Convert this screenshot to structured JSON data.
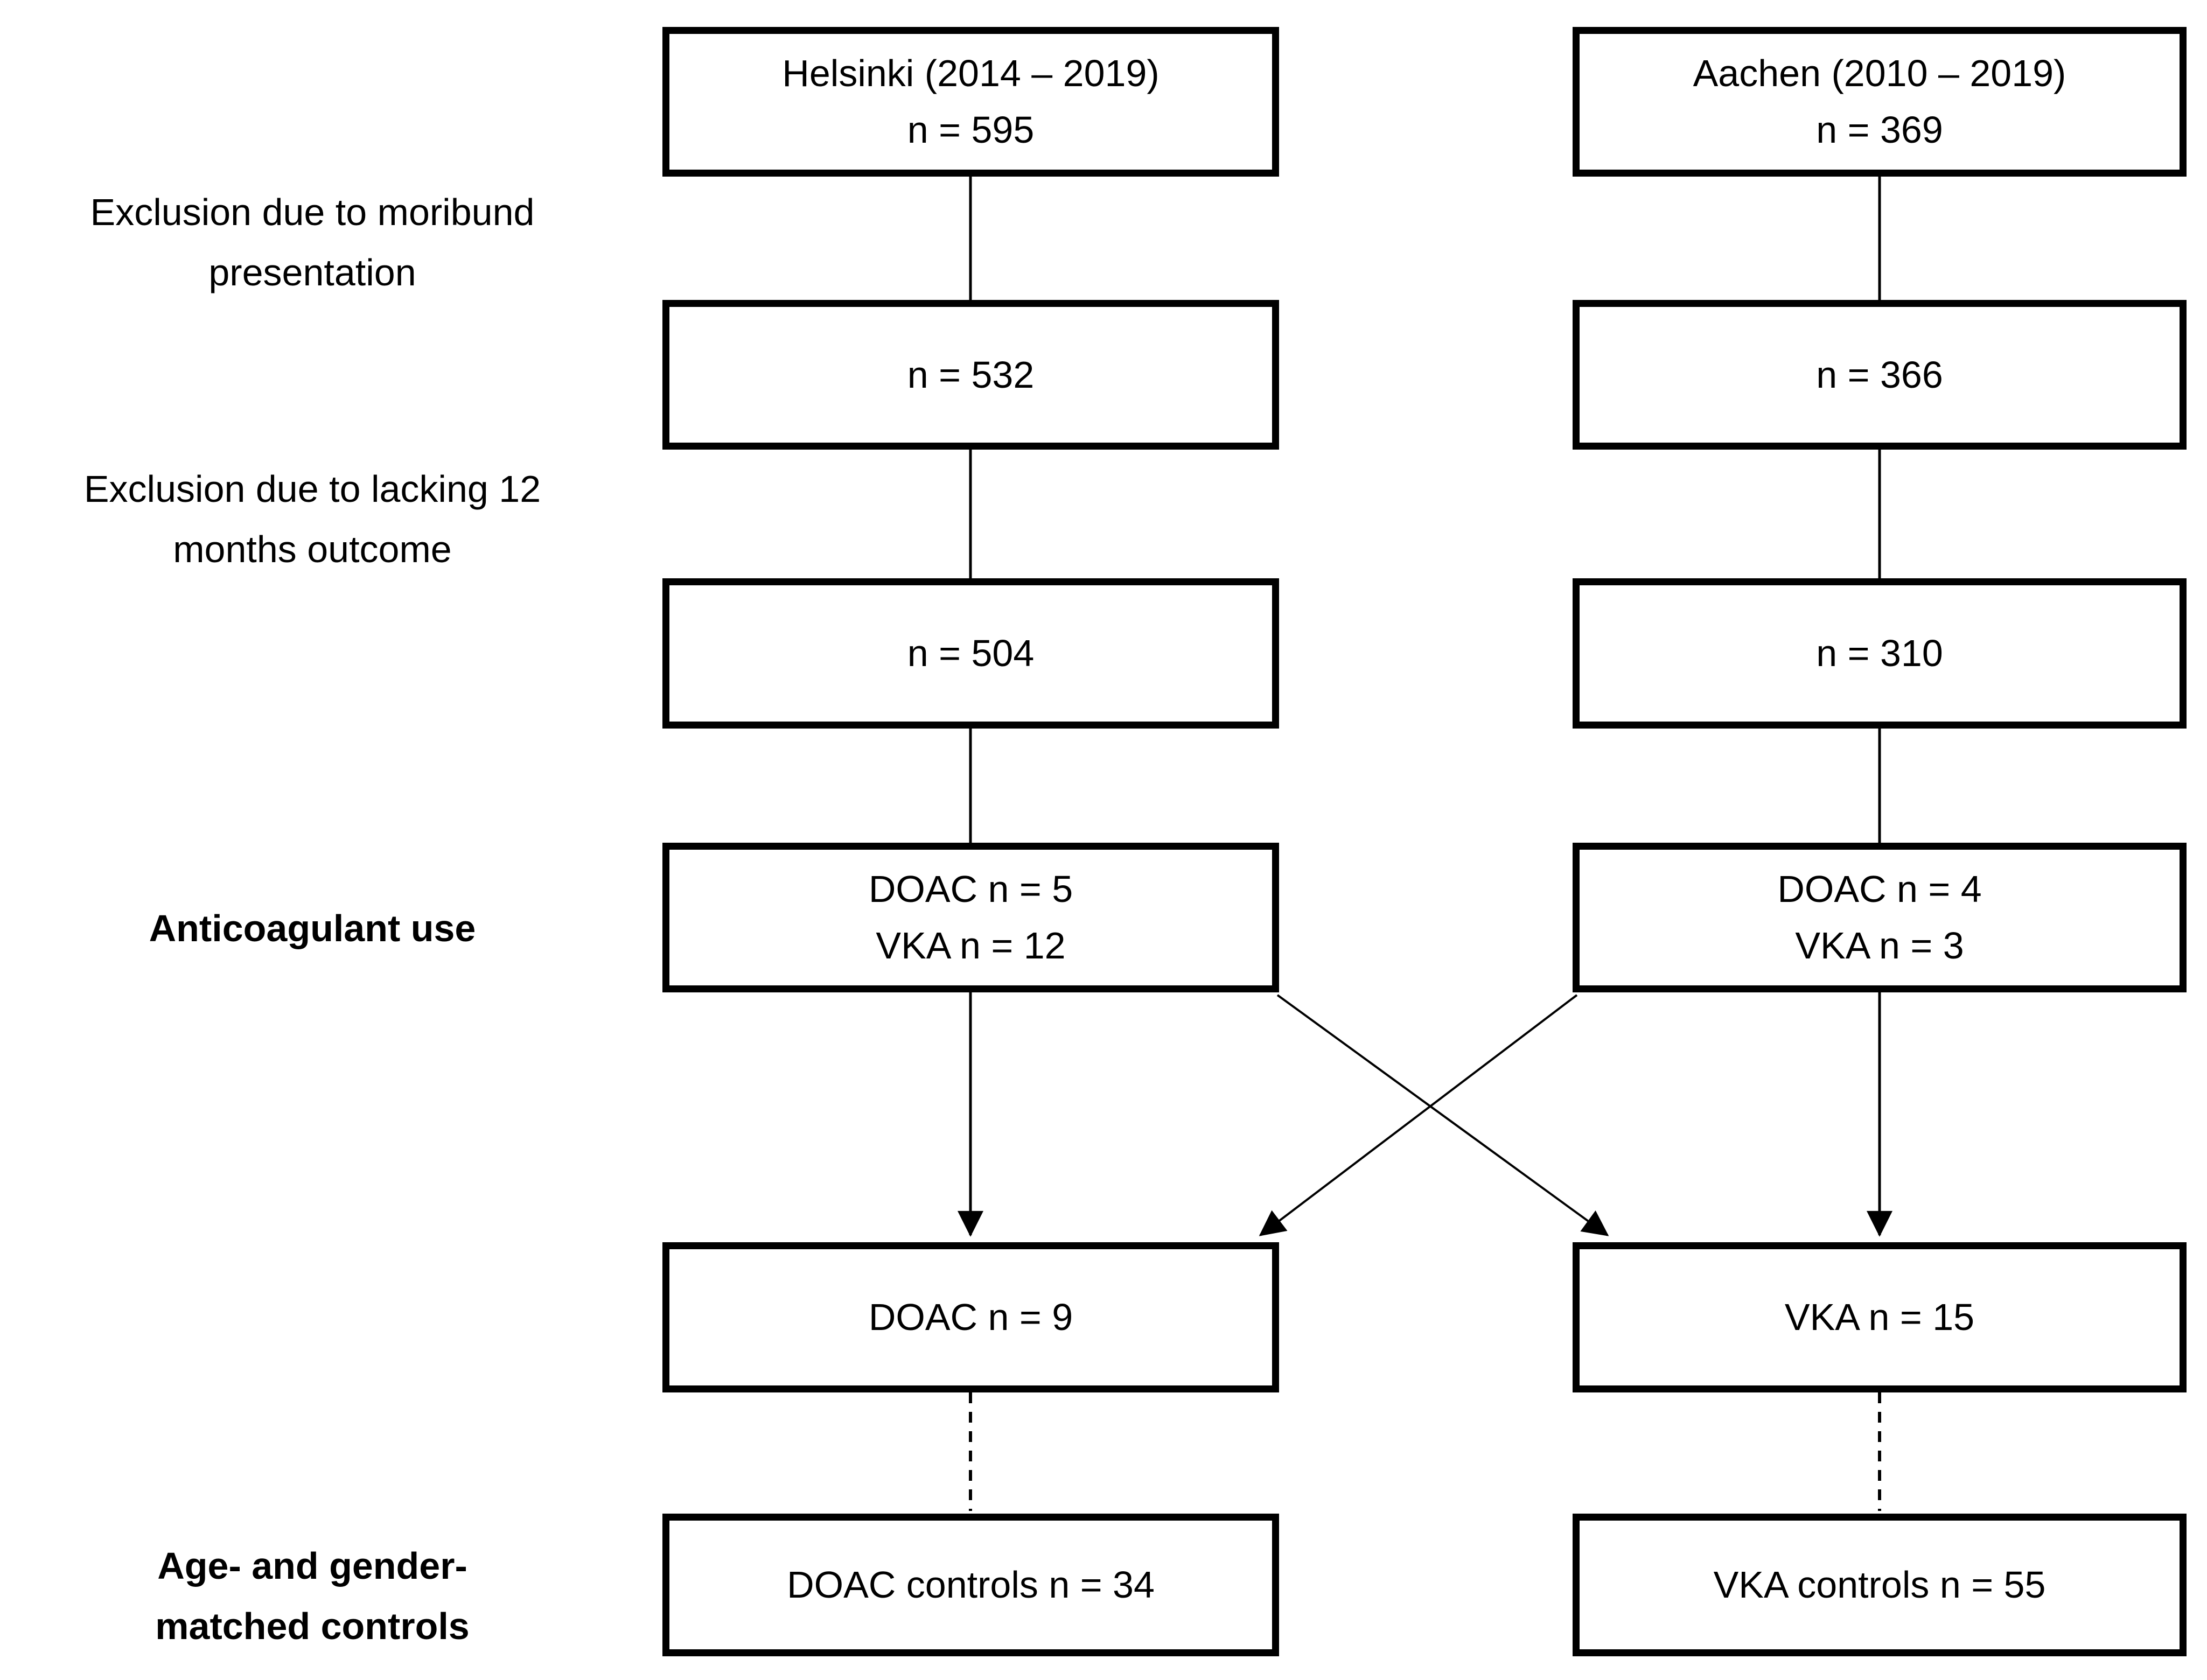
{
  "helsinki": {
    "title": "Helsinki (2014 – 2019)",
    "n_initial": "n = 595",
    "n_after_moribund_exclusion": "n = 532",
    "n_after_outcome_exclusion": "n = 504",
    "doac": "DOAC n = 5",
    "vka": "VKA n = 12"
  },
  "aachen": {
    "title": "Aachen (2010 – 2019)",
    "n_initial": "n = 369",
    "n_after_moribund_exclusion": "n = 366",
    "n_after_outcome_exclusion": "n = 310",
    "doac": "DOAC n = 4",
    "vka": "VKA n = 3"
  },
  "merged": {
    "doac": "DOAC n = 9",
    "vka": "VKA n = 15",
    "doac_controls": "DOAC controls n = 34",
    "vka_controls": "VKA controls n = 55"
  },
  "labels": {
    "exclusion_moribund": [
      "Exclusion due to moribund",
      "presentation"
    ],
    "exclusion_outcome": [
      "Exclusion due to lacking 12",
      "months outcome"
    ],
    "anticoagulant_use": [
      "Anticoagulant use"
    ],
    "matched_controls": [
      "Age- and gender-",
      "matched controls"
    ]
  },
  "colors": {
    "line": "#000000",
    "text": "#000000",
    "background": "#ffffff"
  }
}
